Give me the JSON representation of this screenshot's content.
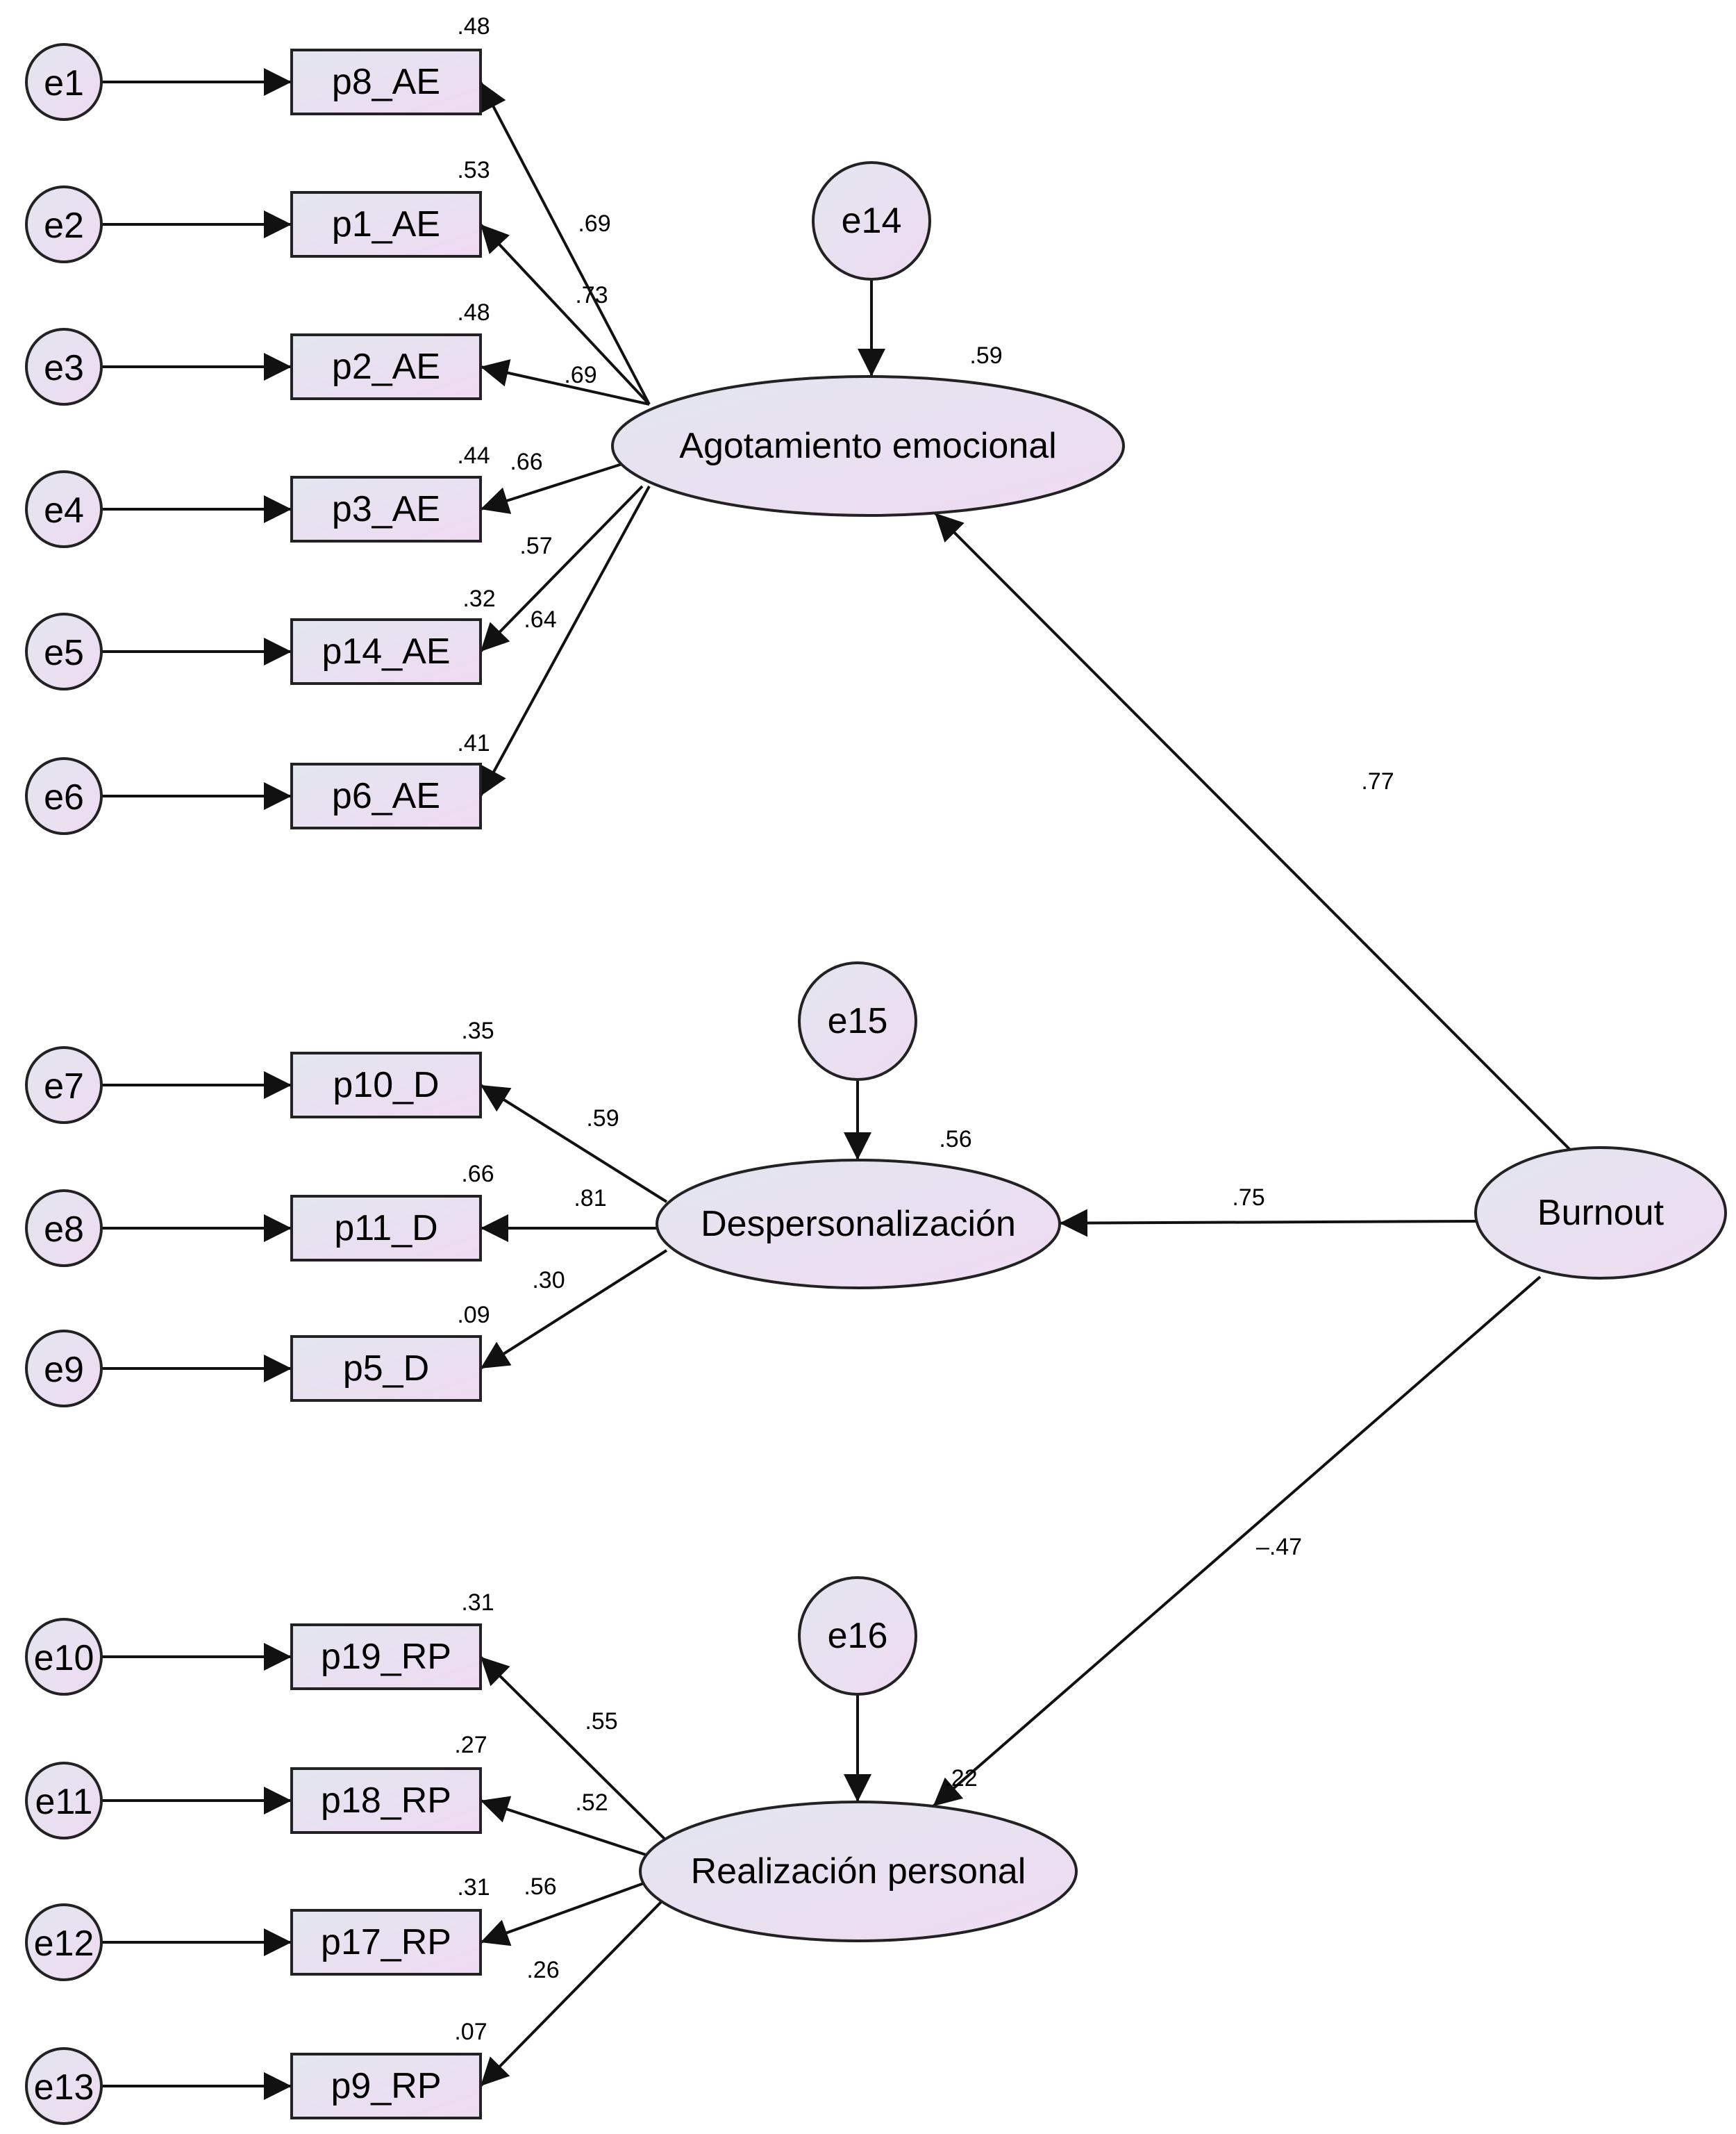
{
  "colors": {
    "node_fill_start": "#e2e6ef",
    "node_fill_end": "#efdaf2",
    "stroke": "#222222",
    "arrow": "#111111"
  },
  "nodes": {
    "errors": [
      {
        "id": "e1",
        "label": "e1"
      },
      {
        "id": "e2",
        "label": "e2"
      },
      {
        "id": "e3",
        "label": "e3"
      },
      {
        "id": "e4",
        "label": "e4"
      },
      {
        "id": "e5",
        "label": "e5"
      },
      {
        "id": "e6",
        "label": "e6"
      },
      {
        "id": "e7",
        "label": "e7"
      },
      {
        "id": "e8",
        "label": "e8"
      },
      {
        "id": "e9",
        "label": "e9"
      },
      {
        "id": "e10",
        "label": "e10"
      },
      {
        "id": "e11",
        "label": "e11"
      },
      {
        "id": "e12",
        "label": "e12"
      },
      {
        "id": "e13",
        "label": "e13"
      }
    ],
    "disturbances": [
      {
        "id": "e14",
        "label": "e14"
      },
      {
        "id": "e15",
        "label": "e15"
      },
      {
        "id": "e16",
        "label": "e16"
      }
    ],
    "indicators": [
      {
        "id": "p8_AE",
        "label": "p8_AE",
        "r2": ".48"
      },
      {
        "id": "p1_AE",
        "label": "p1_AE",
        "r2": ".53"
      },
      {
        "id": "p2_AE",
        "label": "p2_AE",
        "r2": ".48"
      },
      {
        "id": "p3_AE",
        "label": "p3_AE",
        "r2": ".44"
      },
      {
        "id": "p14_AE",
        "label": "p14_AE",
        "r2": ".32"
      },
      {
        "id": "p6_AE",
        "label": "p6_AE",
        "r2": ".41"
      },
      {
        "id": "p10_D",
        "label": "p10_D",
        "r2": ".35"
      },
      {
        "id": "p11_D",
        "label": "p11_D",
        "r2": ".66"
      },
      {
        "id": "p5_D",
        "label": "p5_D",
        "r2": ".09"
      },
      {
        "id": "p19_RP",
        "label": "p19_RP",
        "r2": ".31"
      },
      {
        "id": "p18_RP",
        "label": "p18_RP",
        "r2": ".27"
      },
      {
        "id": "p17_RP",
        "label": "p17_RP",
        "r2": ".31"
      },
      {
        "id": "p9_RP",
        "label": "p9_RP",
        "r2": ".07"
      }
    ],
    "factors": [
      {
        "id": "AE",
        "label": "Agotamiento emocional",
        "r2": ".59"
      },
      {
        "id": "D",
        "label": "Despersonalización",
        "r2": ".56"
      },
      {
        "id": "RP",
        "label": "Realización personal",
        "r2": ".22"
      }
    ],
    "general": {
      "id": "Burnout",
      "label": "Burnout"
    }
  },
  "edges": {
    "loadings": [
      {
        "from": "AE",
        "to": "p8_AE",
        "value": ".69"
      },
      {
        "from": "AE",
        "to": "p1_AE",
        "value": ".73"
      },
      {
        "from": "AE",
        "to": "p2_AE",
        "value": ".69"
      },
      {
        "from": "AE",
        "to": "p3_AE",
        "value": ".66"
      },
      {
        "from": "AE",
        "to": "p14_AE",
        "value": ".57"
      },
      {
        "from": "AE",
        "to": "p6_AE",
        "value": ".64"
      },
      {
        "from": "D",
        "to": "p10_D",
        "value": ".59"
      },
      {
        "from": "D",
        "to": "p11_D",
        "value": ".81"
      },
      {
        "from": "D",
        "to": "p5_D",
        "value": ".30"
      },
      {
        "from": "RP",
        "to": "p19_RP",
        "value": ".55"
      },
      {
        "from": "RP",
        "to": "p18_RP",
        "value": ".52"
      },
      {
        "from": "RP",
        "to": "p17_RP",
        "value": ".56"
      },
      {
        "from": "RP",
        "to": "p9_RP",
        "value": ".26"
      }
    ],
    "structural": [
      {
        "from": "Burnout",
        "to": "AE",
        "value": ".77"
      },
      {
        "from": "Burnout",
        "to": "D",
        "value": ".75"
      },
      {
        "from": "Burnout",
        "to": "RP",
        "value": "–.47"
      }
    ]
  }
}
